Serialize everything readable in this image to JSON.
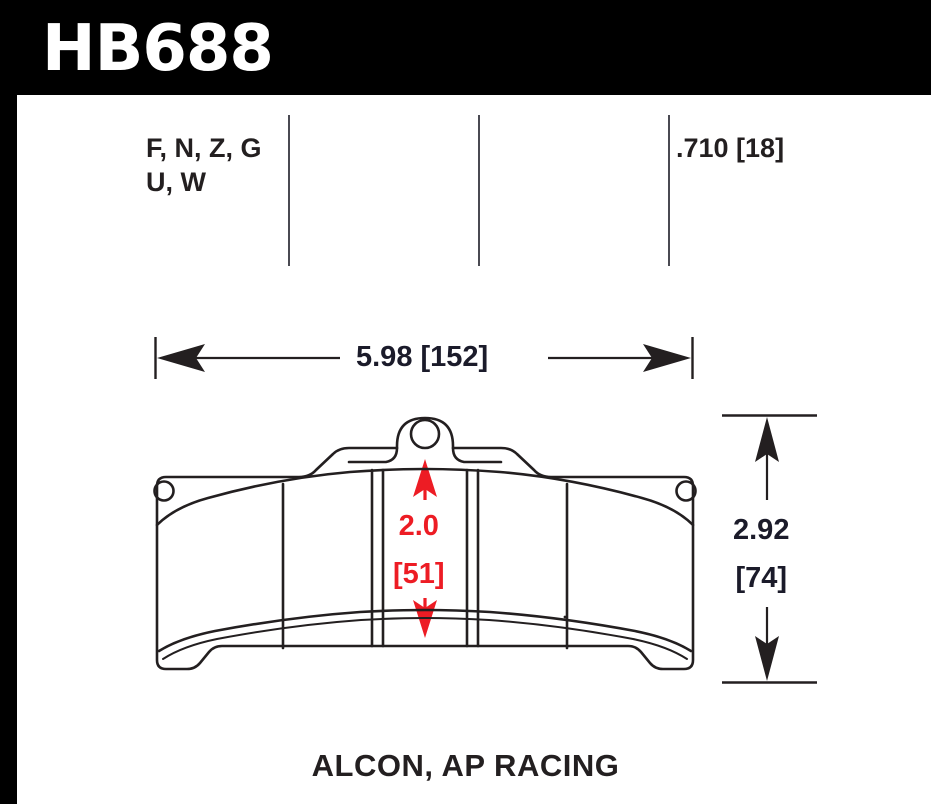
{
  "header": {
    "part_number": "HB688",
    "background_color": "#000000",
    "text_color": "#ffffff"
  },
  "specs": {
    "compound_codes": "F, N, Z, G\nU, W",
    "compound_codes_line1": "F, N, Z, G",
    "compound_codes_line2": "U, W",
    "thickness": ".710 [18]"
  },
  "dimensions": {
    "width": {
      "label": "5.98 [152]",
      "inches": 5.98,
      "millimeters": 152,
      "orientation": "horizontal",
      "color": "#1b1b2a"
    },
    "height": {
      "label_line1": "2.92",
      "label_line2": "[74]",
      "inches": 2.92,
      "millimeters": 74,
      "orientation": "vertical",
      "color": "#1b1b2a"
    },
    "friction_material_height": {
      "label_line1": "2.0",
      "label_line2": "[51]",
      "inches": 2.0,
      "millimeters": 51,
      "orientation": "vertical",
      "color": "#ed1c24"
    }
  },
  "caption": "ALCON, AP RACING",
  "colors": {
    "outline": "#231f20",
    "accent_red": "#ed1c24",
    "dimension_navy": "#1b1b2a",
    "rule_gray": "#4a4a52",
    "background": "#ffffff"
  },
  "icons": {
    "arrow_left": "arrow-left-icon",
    "arrow_right": "arrow-right-icon",
    "arrow_up": "arrow-up-icon",
    "arrow_down": "arrow-down-icon"
  }
}
